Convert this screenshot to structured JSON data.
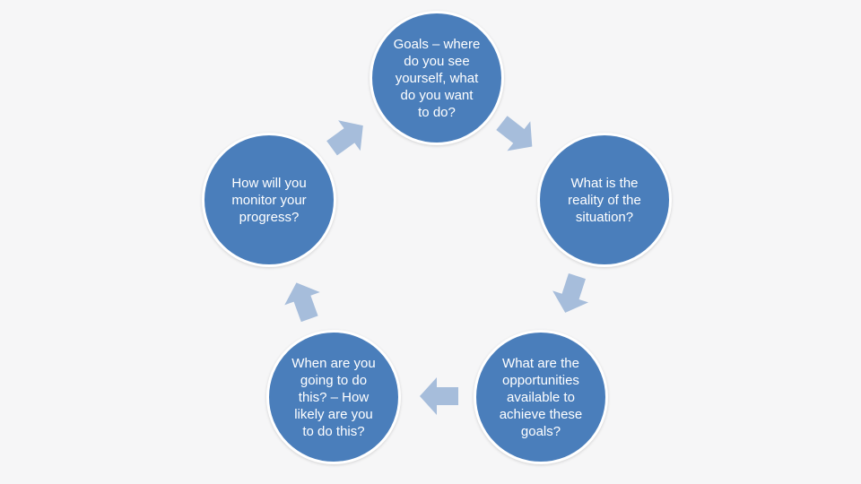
{
  "colors": {
    "background": "#f6f6f7",
    "node_fill": "#4a7ebb",
    "node_border": "#ffffff",
    "arrow_fill": "#a6bddb",
    "text": "#ffffff"
  },
  "nodes": [
    {
      "id": "goals",
      "text": "Goals – where\ndo you see\nyourself, what\ndo you want\nto do?"
    },
    {
      "id": "reality",
      "text": "What is the\nreality of the\nsituation?"
    },
    {
      "id": "opportunities",
      "text": "What are the\nopportunities\navailable to\nachieve these\ngoals?"
    },
    {
      "id": "when",
      "text": "When are you\ngoing to do\nthis? – How\nlikely are you\nto do this?"
    },
    {
      "id": "monitor",
      "text": "How will you\nmonitor your\nprogress?"
    }
  ],
  "arrows": [
    {
      "from": "goals",
      "to": "reality",
      "icon": "arrow-right-down-icon"
    },
    {
      "from": "reality",
      "to": "opportunities",
      "icon": "arrow-down-icon"
    },
    {
      "from": "opportunities",
      "to": "when",
      "icon": "arrow-left-icon"
    },
    {
      "from": "when",
      "to": "monitor",
      "icon": "arrow-up-icon"
    },
    {
      "from": "monitor",
      "to": "goals",
      "icon": "arrow-right-up-icon"
    }
  ]
}
